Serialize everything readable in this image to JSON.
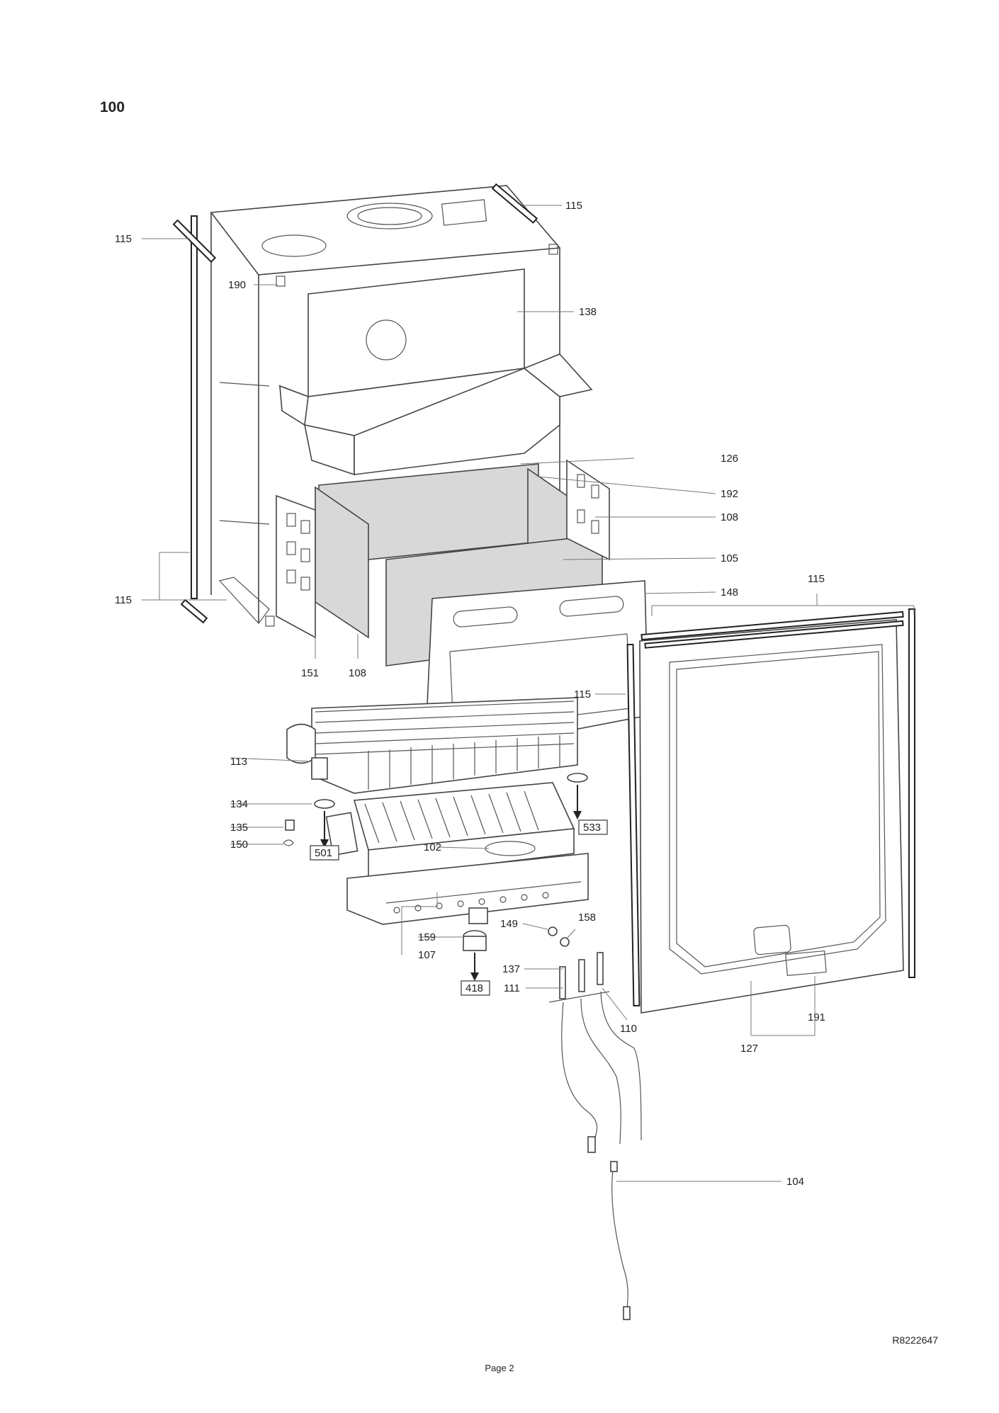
{
  "document": {
    "heading": "100",
    "reference_code": "R8222647",
    "page_label": "Page 2"
  },
  "callouts": {
    "c115_top": "115",
    "c115_left_top": "115",
    "c190": "190",
    "c138": "138",
    "c126": "126",
    "c192": "192",
    "c108_right": "108",
    "c105": "105",
    "c115_right": "115",
    "c148": "148",
    "c115_left_bottom": "115",
    "c151": "151",
    "c108_left": "108",
    "c115_panel": "115",
    "c113": "113",
    "c134": "134",
    "c135": "135",
    "c150": "150",
    "c102": "102",
    "c533": "533",
    "c501": "501",
    "c159": "159",
    "c107": "107",
    "c149": "149",
    "c158": "158",
    "c137": "137",
    "c111": "111",
    "c418": "418",
    "c110": "110",
    "c191": "191",
    "c127": "127",
    "c104": "104"
  }
}
